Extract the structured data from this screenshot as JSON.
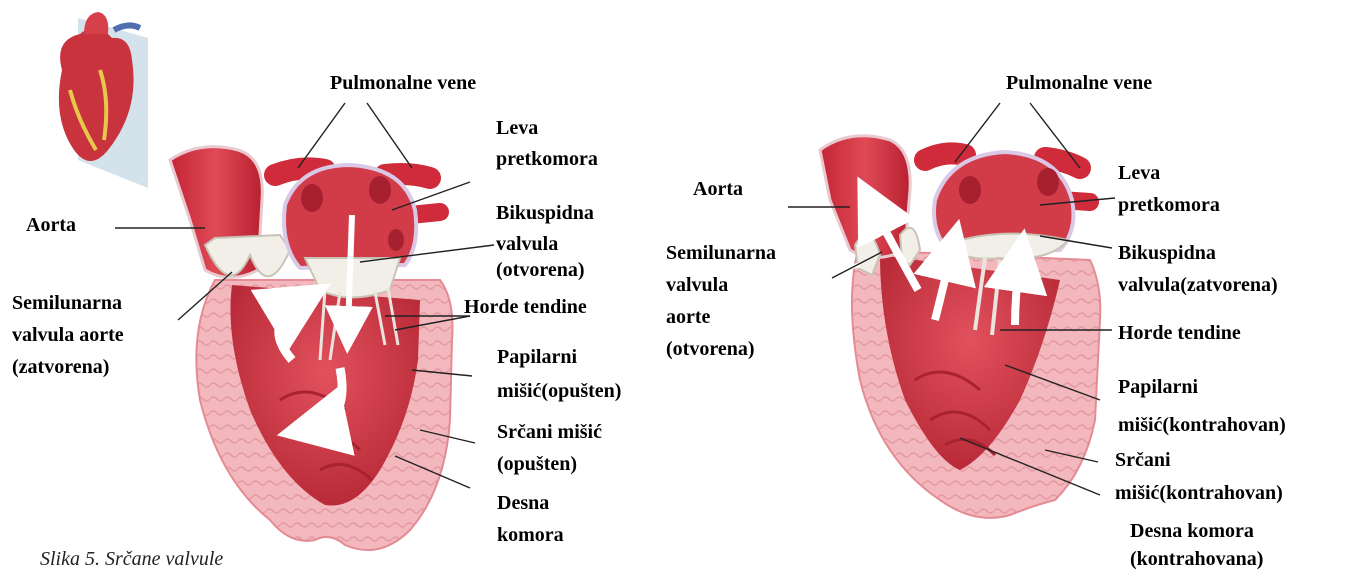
{
  "caption": "Slika 5. Srčane valvule",
  "colors": {
    "muscle_outer": "#f2b3b8",
    "muscle_inner": "#c93745",
    "chamber": "#d8404c",
    "vessel": "#d3303e",
    "valve": "#f1efe8",
    "arrow": "#ffffff"
  },
  "left_heart": {
    "pulmonalne_vene": "Pulmonalne vene",
    "aorta": "Aorta",
    "leva": "Leva",
    "pretkomora": "pretkomora",
    "bikuspidna": "Bikuspidna",
    "valvula": "valvula",
    "otvorena": "(otvorena)",
    "semilunarna": "Semilunarna",
    "valvula_aorte": "valvula aorte",
    "zatvorena": "(zatvorena)",
    "horde_tendine": "Horde tendine",
    "papilarni": "Papilarni",
    "misic_opusten": "mišić(opušten)",
    "srcani_misic": "Srčani mišić",
    "opusten": "(opušten)",
    "desna": "Desna",
    "komora": "komora"
  },
  "right_heart": {
    "pulmonalne_vene": "Pulmonalne vene",
    "aorta": "Aorta",
    "leva": "Leva",
    "pretkomora": "pretkomora",
    "semilunarna": "Semilunarna",
    "valvula": "valvula",
    "aorte": "aorte",
    "otvorena": "(otvorena)",
    "bikuspidna": "Bikuspidna",
    "valvula_zatvorena": "valvula(zatvorena)",
    "horde_tendine": "Horde tendine",
    "papilarni": "Papilarni",
    "misic_kontrahovan": "mišić(kontrahovan)",
    "srcani": "Srčani",
    "misic_kontrahovan2": "mišić(kontrahovan)",
    "desna_komora": "Desna komora",
    "kontrahovana": "(kontrahovana)"
  }
}
